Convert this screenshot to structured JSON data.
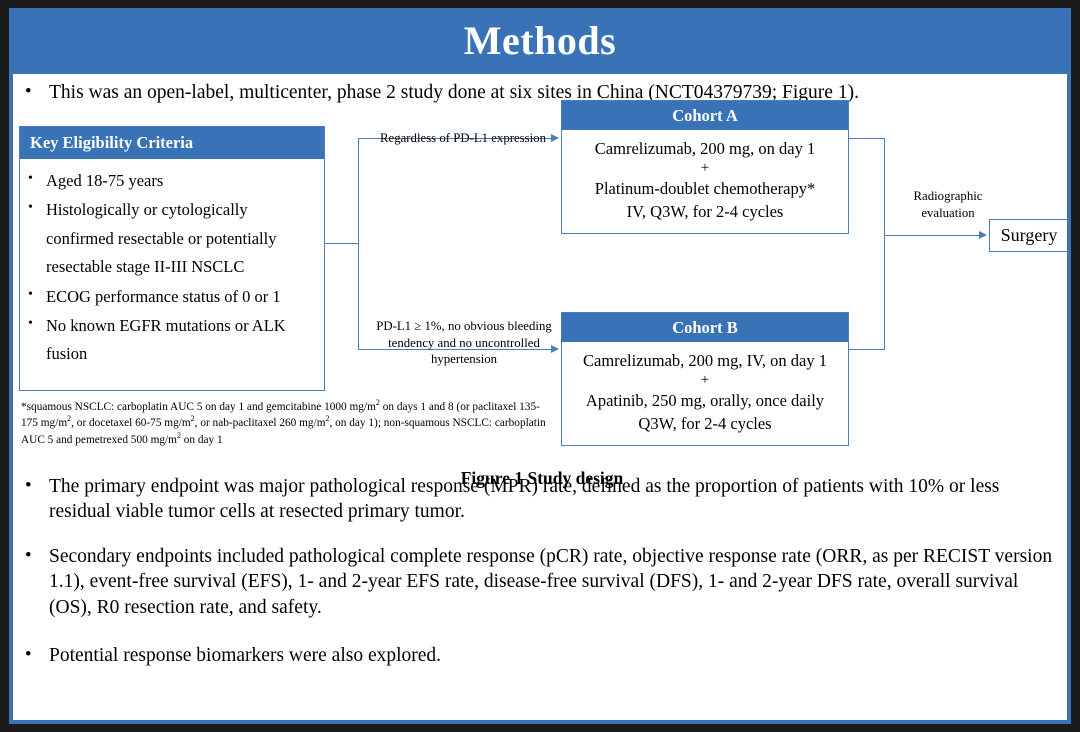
{
  "slide": {
    "title": "Methods",
    "accent_color": "#3a72b8",
    "border_color": "#4a7ebb",
    "frame_color": "#1a1a1a"
  },
  "lead_bullet": {
    "marker": "•",
    "text": "This was an open-label, multicenter, phase 2 study done at six sites in China (NCT04379739; Figure 1)."
  },
  "diagram": {
    "eligibility": {
      "header": "Key  Eligibility Criteria",
      "marker": "•",
      "items": [
        "Aged 18-75 years",
        "Histologically or cytologically confirmed resectable or potentially resectable stage II-III  NSCLC",
        "ECOG performance status of 0 or 1",
        "No known EGFR mutations or ALK fusion"
      ]
    },
    "footnote": {
      "line1_a": "*squamous NSCLC: carboplatin AUC 5 on day 1 and gemcitabine 1000 mg/m",
      "line1_sup": "2",
      "line1_b": " on days 1 and 8 (or paclitaxel  135-175  mg/m",
      "line2_sup": "2",
      "line2_b": ", or docetaxel 60-75 mg/m",
      "line3_sup": "2",
      "line3_b": ", or nab-paclitaxel 260 mg/m",
      "line4_sup": "2",
      "line4_b": ", on day 1); non-squamous NSCLC: carboplatin AUC 5 and pemetrexed 500 mg/m",
      "line5_sup": "2",
      "line5_b": " on day 1"
    },
    "cohort_a": {
      "header": "Cohort A",
      "line1": "Camrelizumab, 200 mg, on day 1",
      "plus": "+",
      "line2": "Platinum-doublet chemotherapy*",
      "line3": "IV, Q3W, for 2-4 cycles"
    },
    "cohort_b": {
      "header": "Cohort B",
      "line1": "Camrelizumab, 200 mg, IV, on day 1",
      "plus": "+",
      "line2": "Apatinib, 250 mg, orally, once daily",
      "line3": "Q3W, for 2-4 cycles"
    },
    "label_top": "Regardless  of PD-L1 expression",
    "label_bottom": "PD-L1 ≥ 1%, no obvious bleeding tendency  and no uncontrolled  hypertension",
    "label_radiographic": "Radiographic evaluation",
    "surgery": "Surgery"
  },
  "figure_caption": "Figure 1 Study design",
  "bullets": [
    {
      "marker": "•",
      "text": "The primary endpoint was major pathological response (MPR) rate, defined as the proportion of patients with 10% or less residual viable tumor cells at resected primary tumor."
    },
    {
      "marker": "•",
      "text": "Secondary endpoints included pathological complete response (pCR) rate, objective response rate (ORR, as per RECIST version 1.1), event-free survival (EFS), 1- and 2-year EFS rate, disease-free survival (DFS), 1- and 2-year DFS rate, overall survival (OS), R0 resection rate, and safety."
    },
    {
      "marker": "•",
      "text": "Potential response biomarkers were also explored."
    }
  ]
}
